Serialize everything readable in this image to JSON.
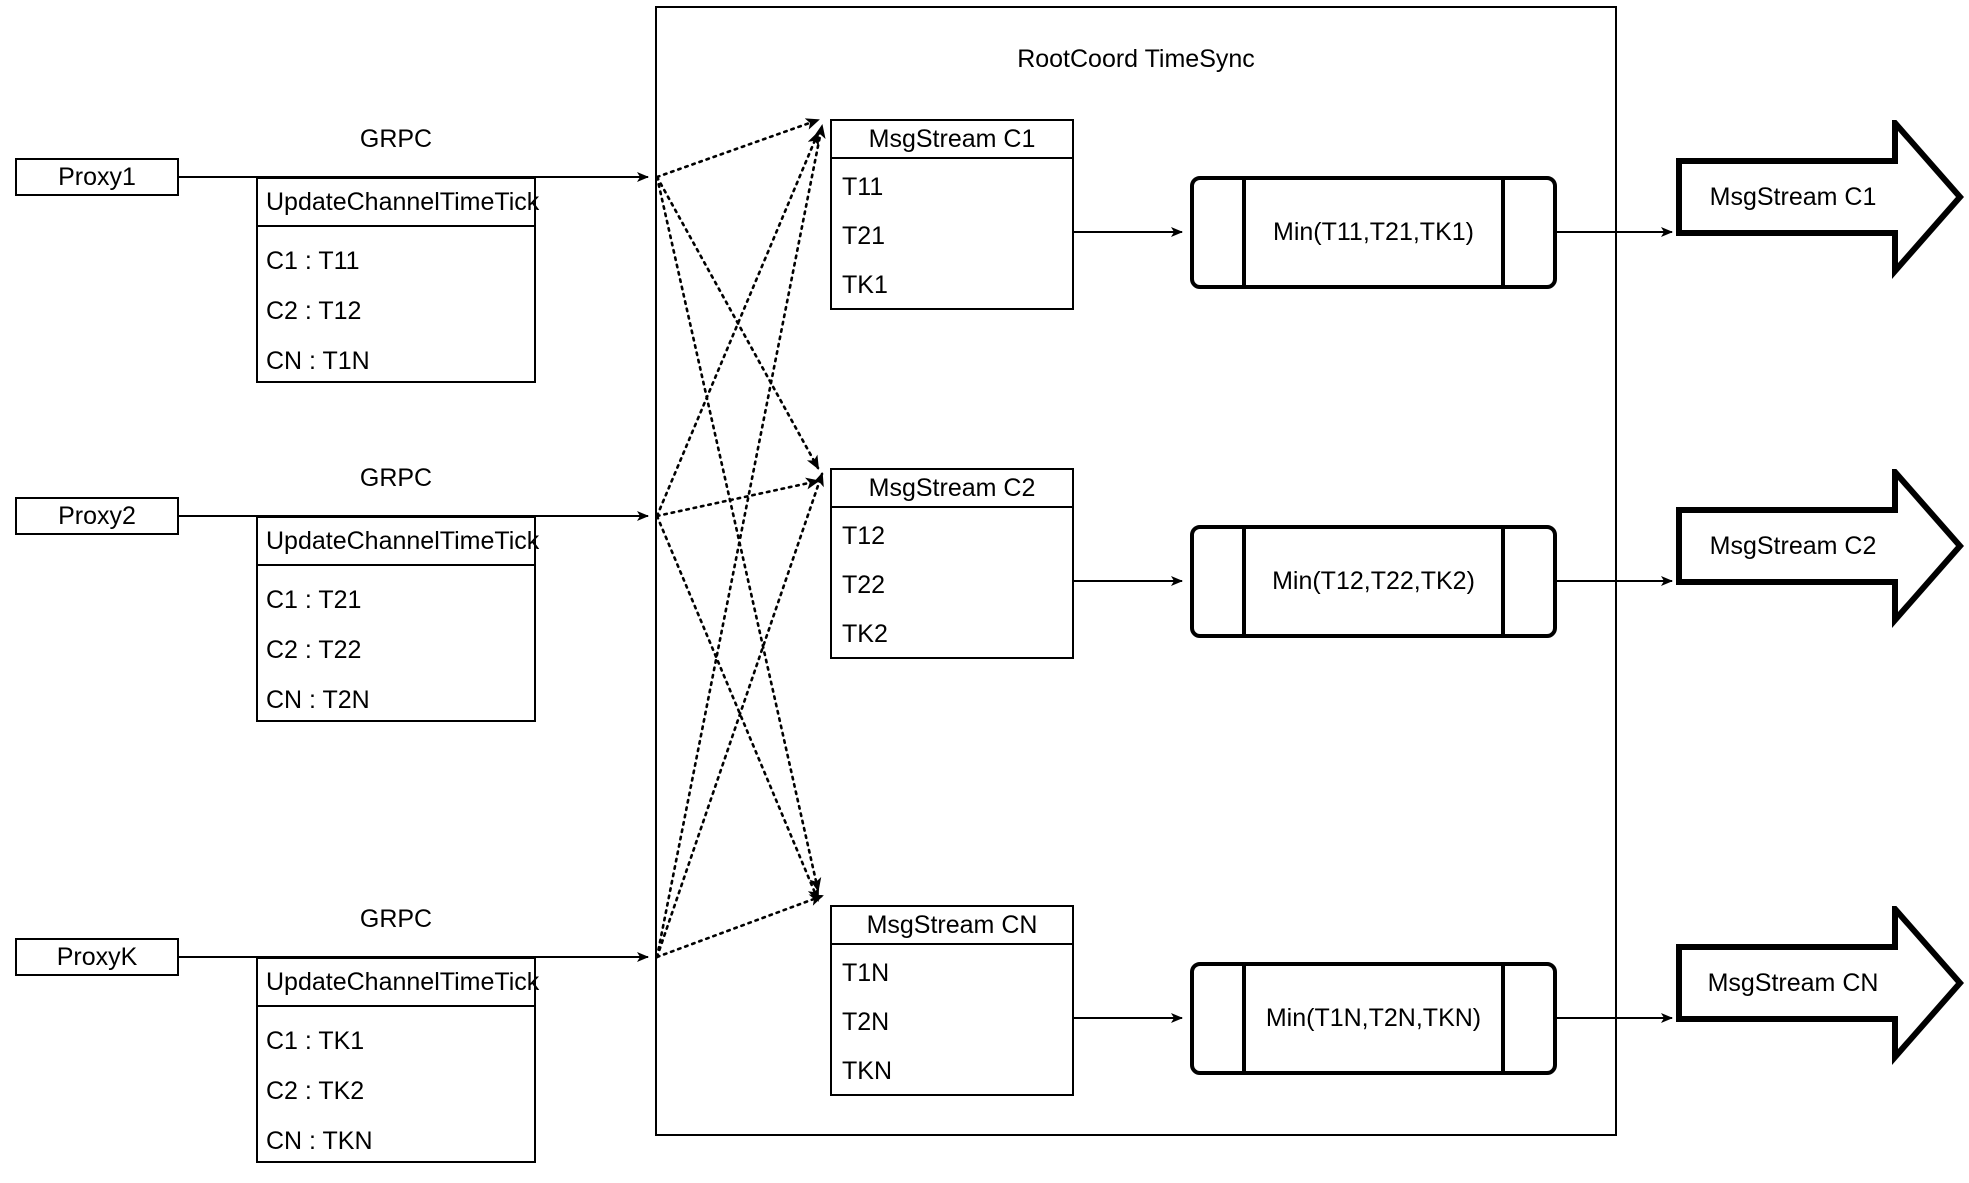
{
  "diagram": {
    "title": "RootCoord TimeSync",
    "container_label": "RootCoord TimeSync",
    "colors": {
      "stroke": "#000000",
      "background": "#ffffff"
    }
  },
  "proxies": [
    {
      "name": "Proxy1",
      "link_label": "GRPC",
      "message": {
        "header": "UpdateChannelTimeTick",
        "rows": [
          "C1 :  T11",
          "C2 :  T12",
          "CN : T1N"
        ]
      }
    },
    {
      "name": "Proxy2",
      "link_label": "GRPC",
      "message": {
        "header": "UpdateChannelTimeTick",
        "rows": [
          "C1 :  T21",
          "C2 :  T22",
          "CN : T2N"
        ]
      }
    },
    {
      "name": "ProxyK",
      "link_label": "GRPC",
      "message": {
        "header": "UpdateChannelTimeTick",
        "rows": [
          "C1 :  TK1",
          "C2 :  TK2",
          "CN : TKN"
        ]
      }
    }
  ],
  "channels": [
    {
      "stream": {
        "header": "MsgStream C1",
        "rows": [
          "T11",
          "T21",
          "TK1"
        ]
      },
      "process": "Min(T11,T21,TK1)",
      "output": "MsgStream C1"
    },
    {
      "stream": {
        "header": "MsgStream C2",
        "rows": [
          "T12",
          "T22",
          "TK2"
        ]
      },
      "process": "Min(T12,T22,TK2)",
      "output": "MsgStream C2"
    },
    {
      "stream": {
        "header": "MsgStream CN",
        "rows": [
          "T1N",
          "T2N",
          "TKN"
        ]
      },
      "process": "Min(T1N,T2N,TKN)",
      "output": "MsgStream CN"
    }
  ]
}
